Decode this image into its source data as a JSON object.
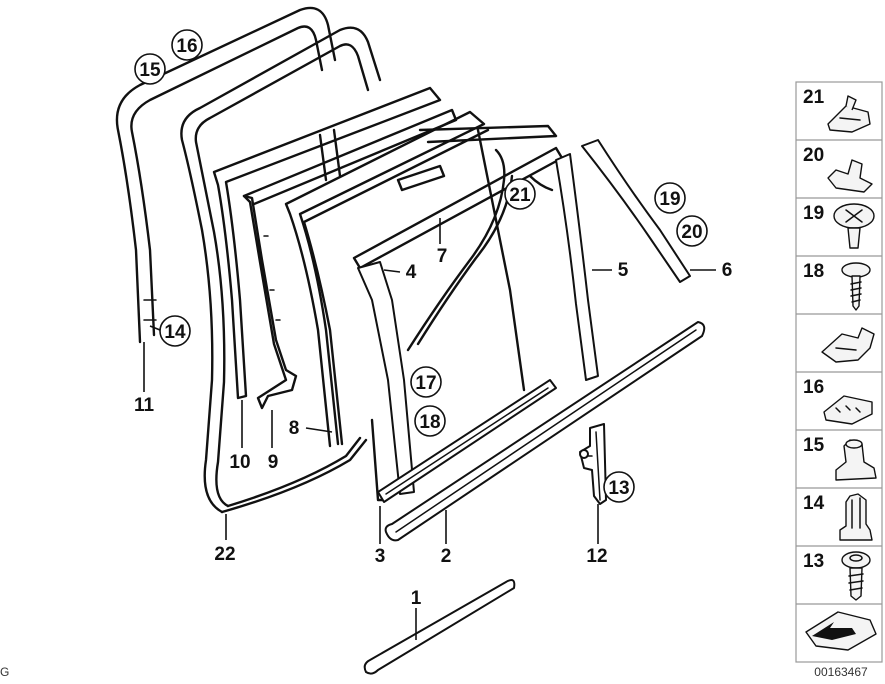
{
  "diagram": {
    "part_labels": [
      "1",
      "2",
      "3",
      "4",
      "5",
      "6",
      "7",
      "8",
      "9",
      "10",
      "11",
      "12",
      "22"
    ],
    "circled_labels": [
      "13",
      "14",
      "15",
      "16",
      "17",
      "18",
      "19",
      "20",
      "21"
    ],
    "legend_labels": [
      "21",
      "20",
      "19",
      "18",
      "16",
      "15",
      "14",
      "13"
    ],
    "catalog_number": "00163467",
    "corner_fragment": "G"
  }
}
